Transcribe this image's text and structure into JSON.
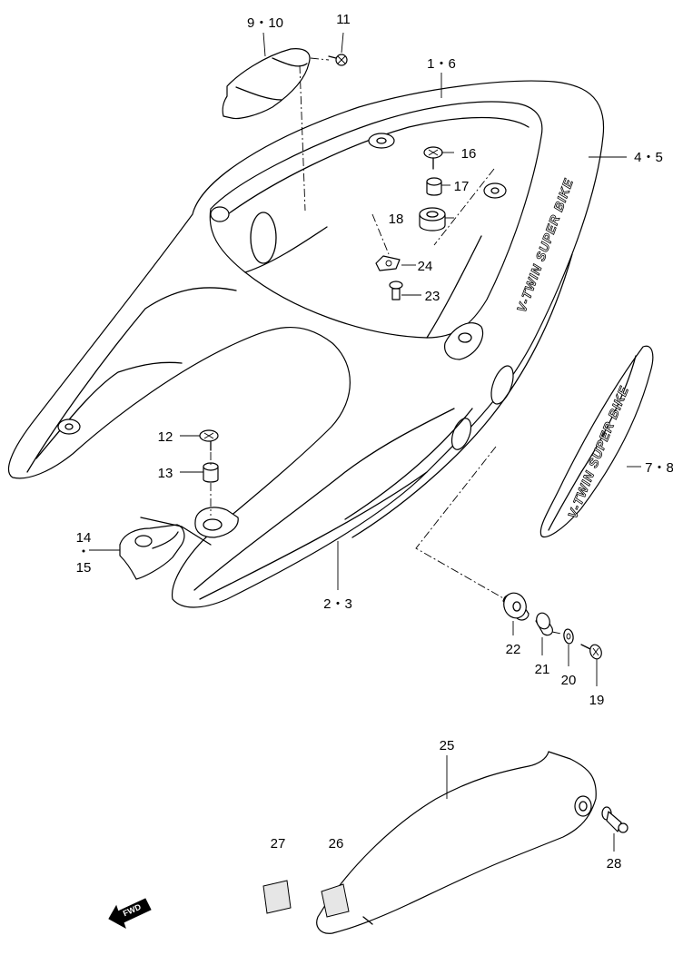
{
  "labels": {
    "p1_6": "1・6",
    "p4_5": "4・5",
    "p9_10": "9・10",
    "p11": "11",
    "p12": "12",
    "p13": "13",
    "p14": "14",
    "p15": "15",
    "p16": "16",
    "p17": "17",
    "p18": "18",
    "p19": "19",
    "p20": "20",
    "p21": "21",
    "p22": "22",
    "p23": "23",
    "p24": "24",
    "p2_3": "2・3",
    "p7_8": "7・8",
    "p25": "25",
    "p26": "26",
    "p27": "27",
    "p28": "28"
  },
  "decals": {
    "main": "V-TWIN SUPER BIKE",
    "side": "V-TWIN SUPER BIKE"
  },
  "fwd_badge": "FWD"
}
